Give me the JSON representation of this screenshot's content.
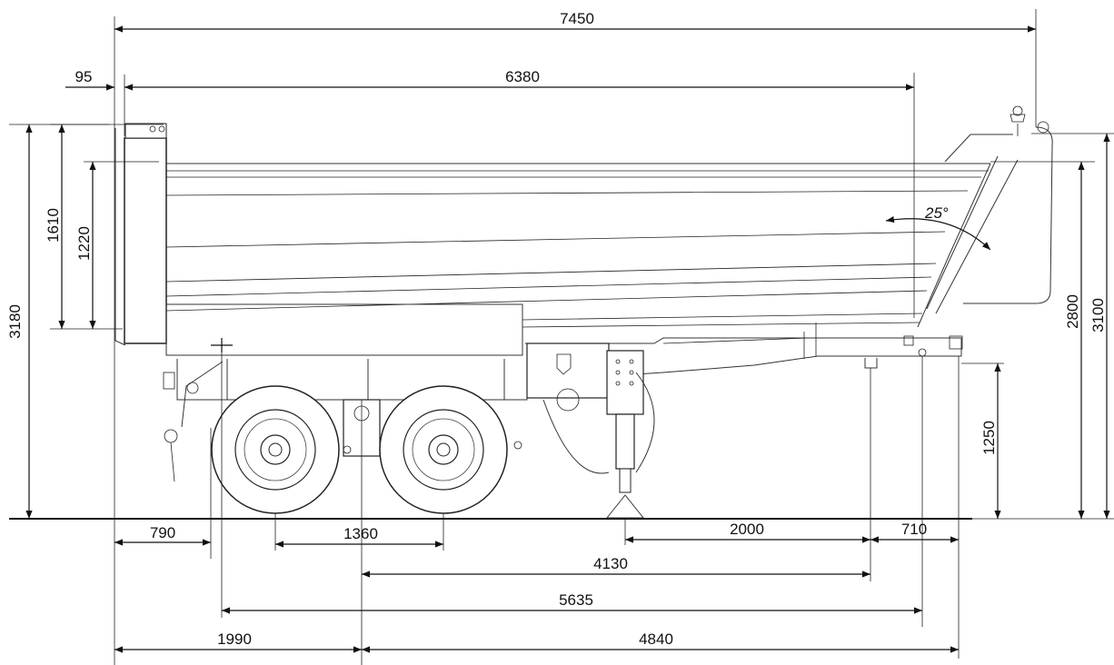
{
  "drawing": {
    "angle_label": "25°",
    "dimensions": {
      "overall_length": "7450",
      "body_length": "6380",
      "front_offset": "95",
      "total_height": "3180",
      "front_wall_height": "1610",
      "side_height": "1220",
      "body_top_height": "2800",
      "tailgate_height": "3100",
      "coupling_height": "1250",
      "front_to_first_axle": "790",
      "axle_spacing": "1360",
      "landing_gear_to_kingpin": "2000",
      "kingpin_to_end": "710",
      "axle_center_to_landing_gear": "4130",
      "rear_to_kingpin": "5635",
      "rear_to_axle_center": "1990",
      "axle_center_to_front": "4840"
    }
  }
}
